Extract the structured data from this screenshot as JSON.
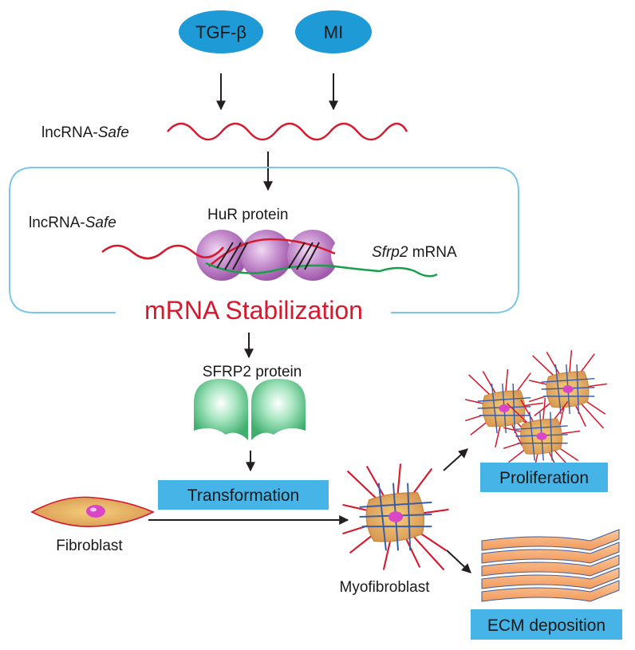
{
  "inputs": {
    "tgf_beta": "TGF-β",
    "mi": "MI"
  },
  "lncrna_top": {
    "prefix": "lncRNA-",
    "italic": "Safe"
  },
  "complex": {
    "lncrna": {
      "prefix": "lncRNA-",
      "italic": "Safe"
    },
    "hur": "HuR protein",
    "sfrp2": {
      "italic": "Sfrp2",
      "suffix": " mRNA"
    },
    "title": "mRNA Stabilization"
  },
  "sfrp2_protein": "SFRP2 protein",
  "transformation": "Transformation",
  "fibroblast": "Fibroblast",
  "myofibroblast": "Myofibroblast",
  "proliferation": "Proliferation",
  "ecm": "ECM deposition",
  "colors": {
    "input_blue": "#1e9ad6",
    "box_blue": "#46b4e6",
    "lncrna_red": "#d7192d",
    "mrna_green": "#17a04a",
    "title_red": "#d7192d",
    "frame_blue": "#7cc6e8",
    "hur_purple": "#b070b8",
    "sfrp2_green": "#5cc48a"
  }
}
